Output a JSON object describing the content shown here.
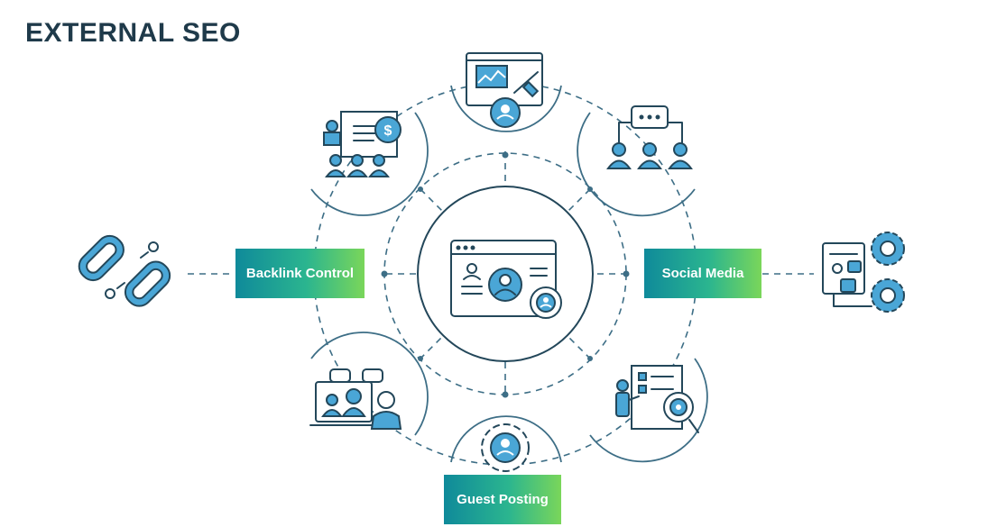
{
  "title": "EXTERNAL SEO",
  "labels": {
    "backlink": "Backlink Control",
    "social": "Social Media",
    "guest": "Guest Posting"
  },
  "colors": {
    "stroke": "#23475a",
    "accent": "#4aa6d6",
    "dash": "#3d6e86",
    "gradient_start": "#0f8a9a",
    "gradient_end": "#7ad65a"
  },
  "icons": [
    "profile-window-icon",
    "analytics-monitor-icon",
    "team-chat-icon",
    "finance-presentation-icon",
    "broken-chain-icon",
    "gear-devices-icon",
    "video-call-icon",
    "target-analysis-icon",
    "user-gear-icon"
  ]
}
